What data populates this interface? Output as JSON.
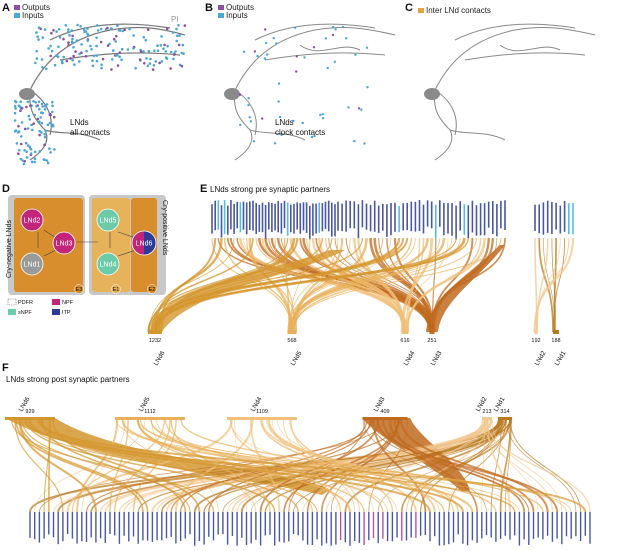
{
  "panels": {
    "A": {
      "letter": "A",
      "legend": [
        {
          "label": "Outputs",
          "color": "#8e4fa0"
        },
        {
          "label": "Inputs",
          "color": "#4aa6d4"
        }
      ],
      "pi_label": "PI",
      "caption": [
        "LNds",
        "all contacts"
      ]
    },
    "B": {
      "letter": "B",
      "legend": [
        {
          "label": "Outputs",
          "color": "#8e4fa0"
        },
        {
          "label": "Inputs",
          "color": "#4aa6d4"
        }
      ],
      "caption": [
        "LNds",
        "clock contacts"
      ]
    },
    "C": {
      "letter": "C",
      "legend": [
        {
          "label": "Inter LNd contacts",
          "color": "#e8a23a"
        }
      ]
    },
    "D": {
      "letter": "D",
      "side_left": "Cry-negative LNds",
      "side_right": "Cry-positive LNds",
      "nodes": [
        {
          "label": "LNd2",
          "type": "NPF"
        },
        {
          "label": "LNd3",
          "type": "NPF"
        },
        {
          "label": "LNd1",
          "type": "none"
        },
        {
          "label": "LNd5",
          "type": "sNPF"
        },
        {
          "label": "LNd4",
          "type": "sNPF"
        },
        {
          "label": "LNd6",
          "type": "ITP"
        }
      ],
      "group_badges": [
        "E3",
        "E1",
        "E2"
      ],
      "legend": [
        {
          "label": "PDFR",
          "color": "#ffffff"
        },
        {
          "label": "NPF",
          "color": "#c2257a"
        },
        {
          "label": "sNPF",
          "color": "#6ccba8"
        },
        {
          "label": "ITP",
          "color": "#2d3a9a"
        }
      ],
      "colors": {
        "orange": "#e39a3c",
        "darkorange": "#c97a26",
        "grey": "#9a9a9a",
        "panelgrey": "#bdbdbd"
      }
    },
    "E": {
      "letter": "E",
      "title": "LNds strong pre synaptic partners",
      "neurons": [
        {
          "label": "LNd6",
          "count": "1232"
        },
        {
          "label": "LNd5",
          "count": "568"
        },
        {
          "label": "LNd4",
          "count": "616"
        },
        {
          "label": "LNd3",
          "count": "251"
        },
        {
          "label": "LNd2",
          "count": "192"
        },
        {
          "label": "LNd1",
          "count": "188"
        }
      ]
    },
    "F": {
      "letter": "F",
      "title": "LNds strong post synaptic partners",
      "neurons": [
        {
          "label": "LNd6",
          "count": "929"
        },
        {
          "label": "LNd5",
          "count": "1112"
        },
        {
          "label": "LNd4",
          "count": "1109"
        },
        {
          "label": "LNd3",
          "count": "409"
        },
        {
          "label": "LNd2",
          "count": "213"
        },
        {
          "label": "LNd1",
          "count": "314"
        }
      ]
    }
  },
  "colors": {
    "lnd6": "#d4962e",
    "lnd5": "#e8b05a",
    "lnd4": "#f0c07a",
    "lnd3": "#c06a1e",
    "lnd2": "#f2c890",
    "lnd1": "#b8781c",
    "label_blue": "#2a3b8f",
    "label_cyan": "#3ab0e0",
    "label_magenta": "#b0309a"
  }
}
